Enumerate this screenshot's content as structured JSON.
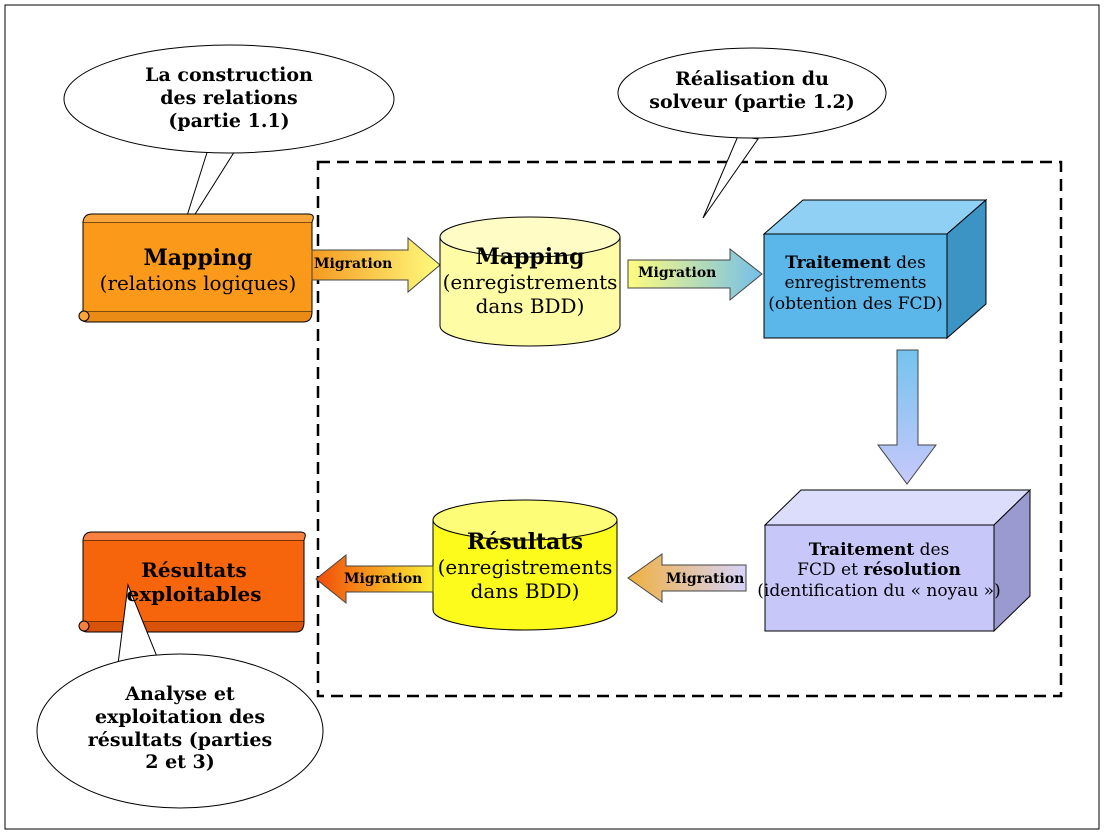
{
  "callouts": {
    "top_left": [
      "La construction",
      "des relations",
      "(partie 1.1)"
    ],
    "top_right": [
      "Réalisation du",
      "solveur (partie 1.2)"
    ],
    "bottom_left": [
      "Analyse et",
      "exploitation des",
      "résultats (parties",
      "2 et 3)"
    ]
  },
  "nodes": {
    "scroll_mapping": {
      "title": "Mapping",
      "line2": "(relations logiques)"
    },
    "db_mapping": {
      "title": "Mapping",
      "line2": "(enregistrements",
      "line3": "dans BDD)"
    },
    "box_traitement1": {
      "title_bold": "Traitement",
      "title_rest": " des",
      "line2": "enregistrements",
      "line3": "(obtention des FCD)"
    },
    "box_traitement2": {
      "title_bold": "Traitement",
      "title_rest": " des",
      "line2_pre": "FCD et ",
      "line2_bold": "résolution",
      "line3": "(identification du « noyau »)"
    },
    "db_resultats": {
      "title": "Résultats",
      "line2": "(enregistrements",
      "line3": "dans BDD)"
    },
    "scroll_resultats": {
      "line1": "Résultats",
      "line2": "exploitables"
    }
  },
  "arrows": {
    "a1": "Migration",
    "a2": "Migration",
    "a3": "Migration",
    "a4": "Migration"
  },
  "colors": {
    "scroll_orange": "#fb9a1a",
    "scroll_red_orange": "#f6640c",
    "db_light_yellow": "#fffca6",
    "db_yellow": "#fdfb1c",
    "cube_blue": "#5bb6ea",
    "cube_lavender": "#c7c7fa"
  }
}
